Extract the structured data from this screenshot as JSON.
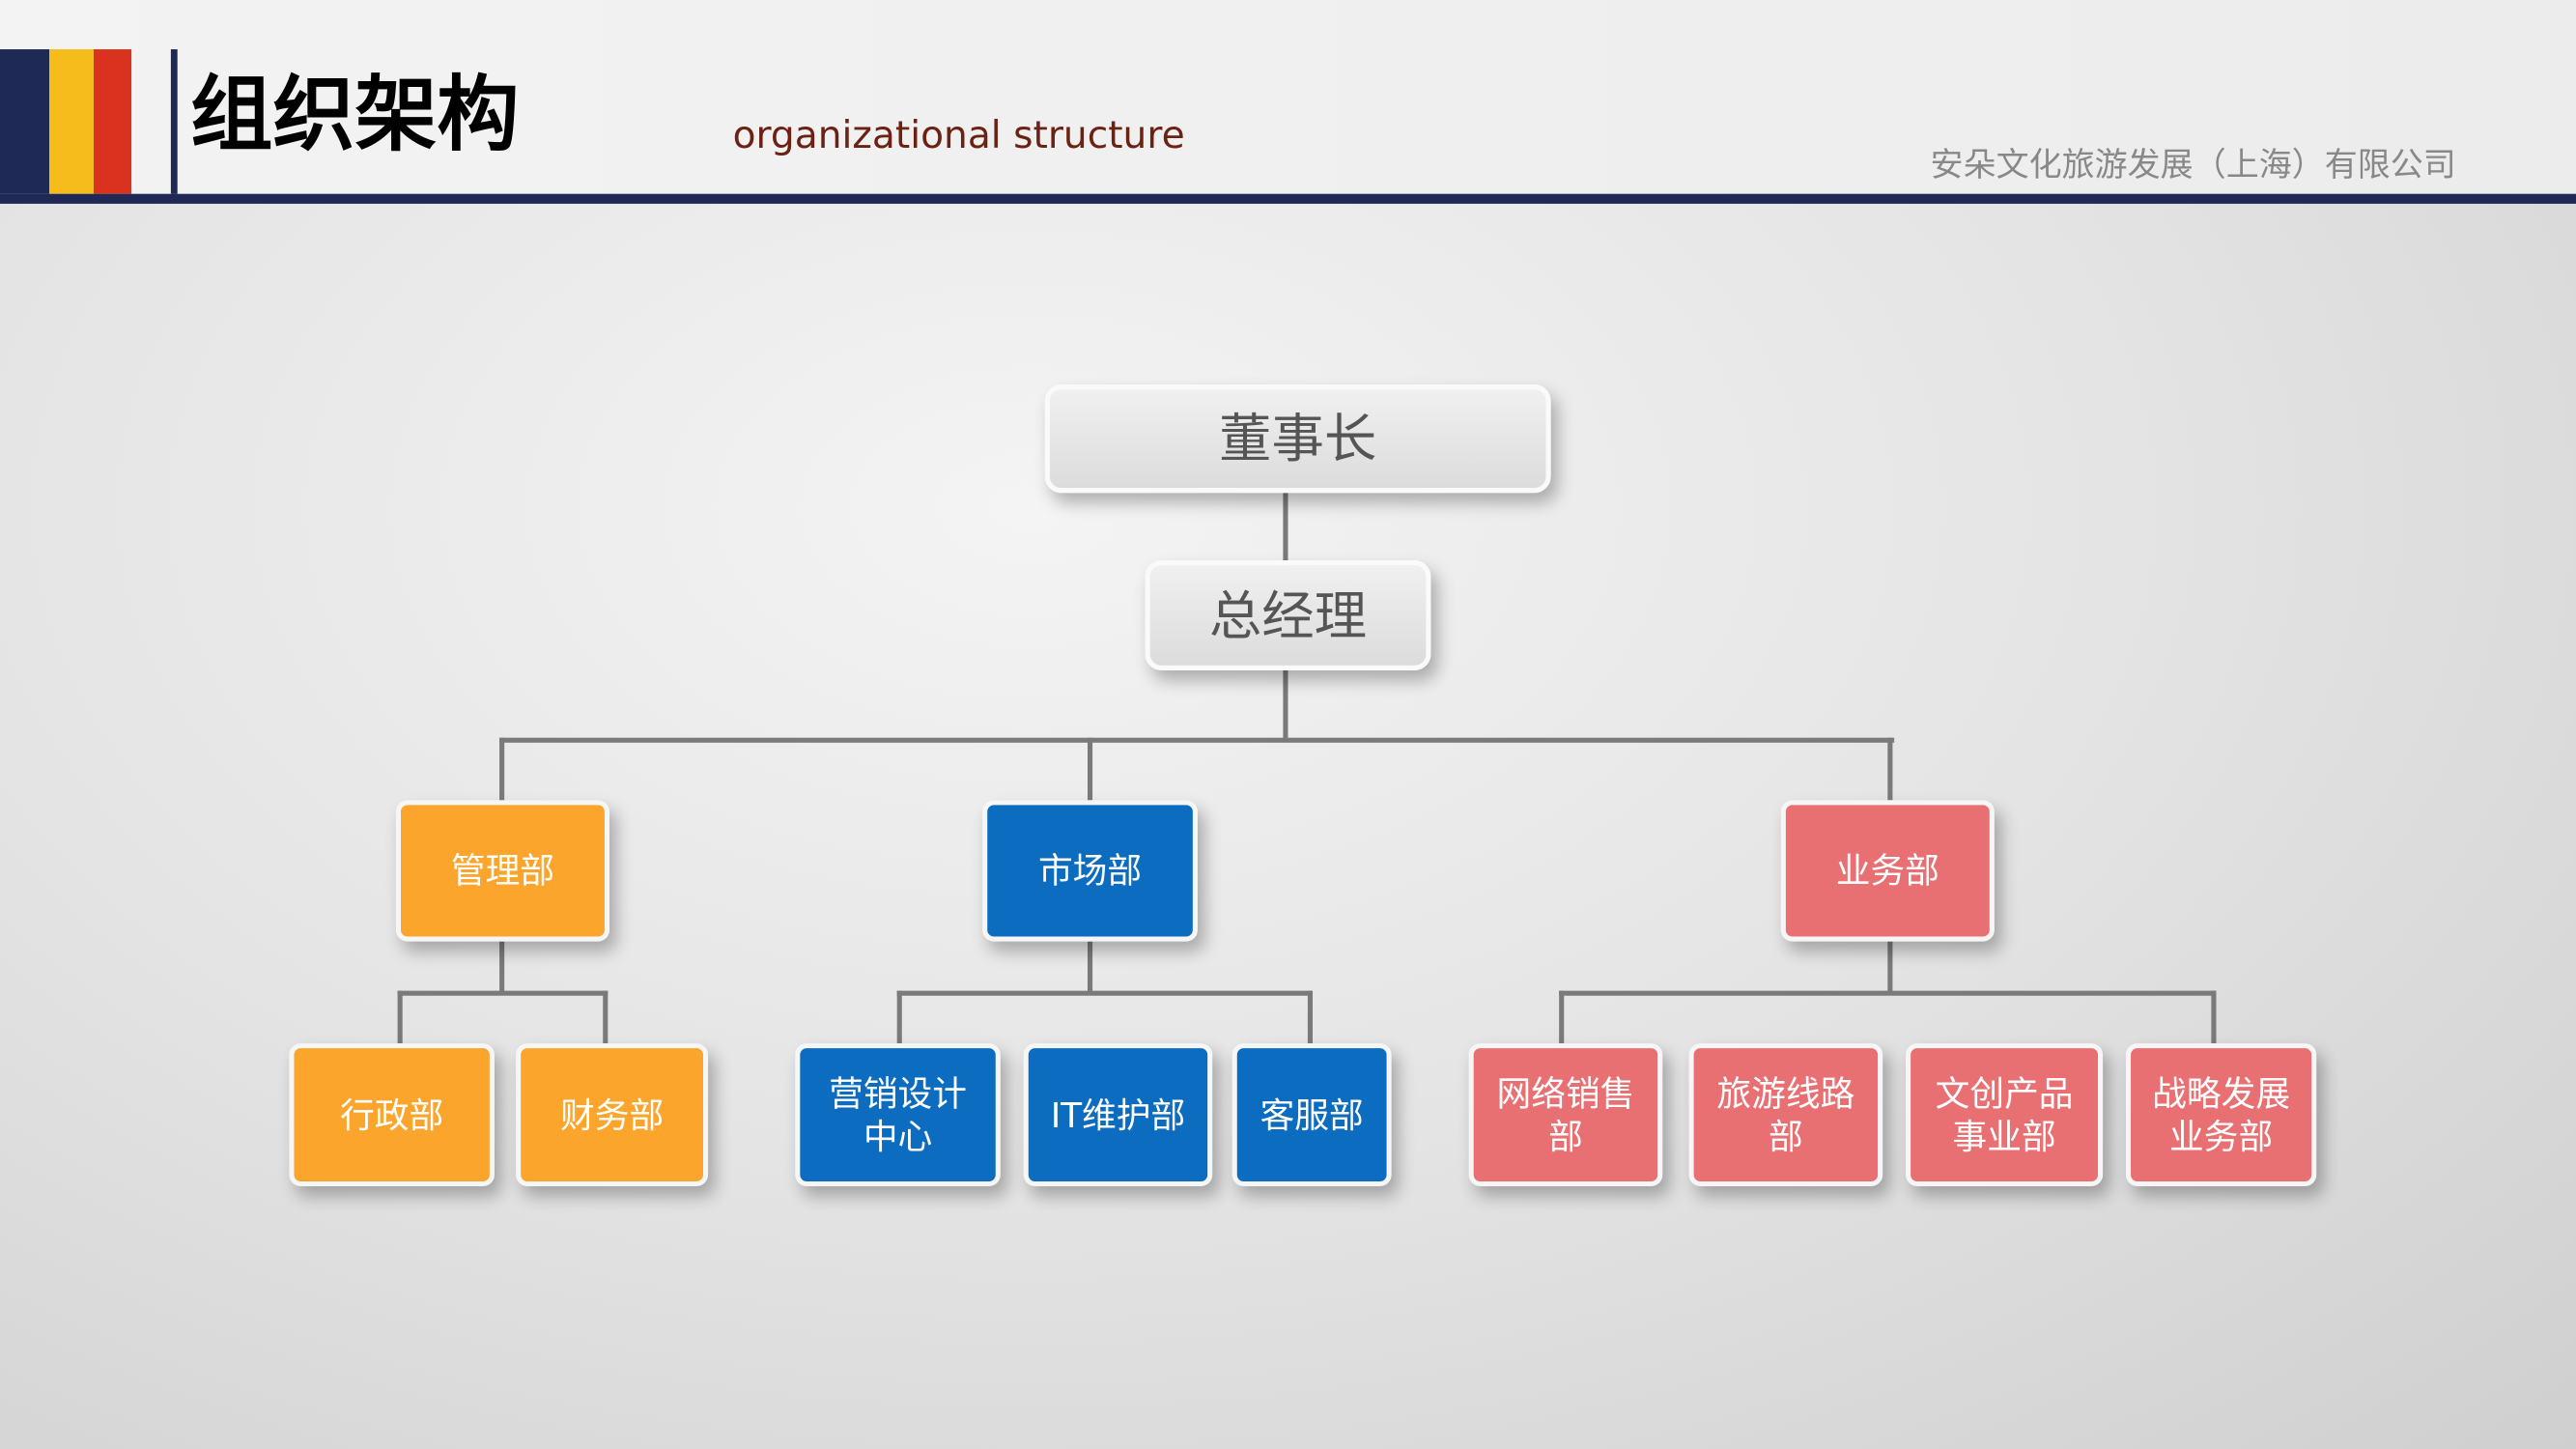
{
  "header": {
    "title": "组织架构",
    "subtitle": "organizational structure",
    "company": "安朵文化旅游发展（上海）有限公司"
  },
  "colors": {
    "navy": "#1e2a55",
    "yellow": "#f5bc1c",
    "red": "#d9321f",
    "orange": "#fba52c",
    "blue": "#0b6cc0",
    "pink": "#e87073"
  },
  "org": {
    "chairman": "董事长",
    "gm": "总经理",
    "departments": [
      {
        "name": "管理部",
        "children": [
          "行政部",
          "财务部"
        ]
      },
      {
        "name": "市场部",
        "children": [
          "营销设计中心",
          "IT维护部",
          "客服部"
        ]
      },
      {
        "name": "业务部",
        "children": [
          "网络销售部",
          "旅游线路部",
          "文创产品事业部",
          "战略发展业务部"
        ]
      }
    ]
  }
}
